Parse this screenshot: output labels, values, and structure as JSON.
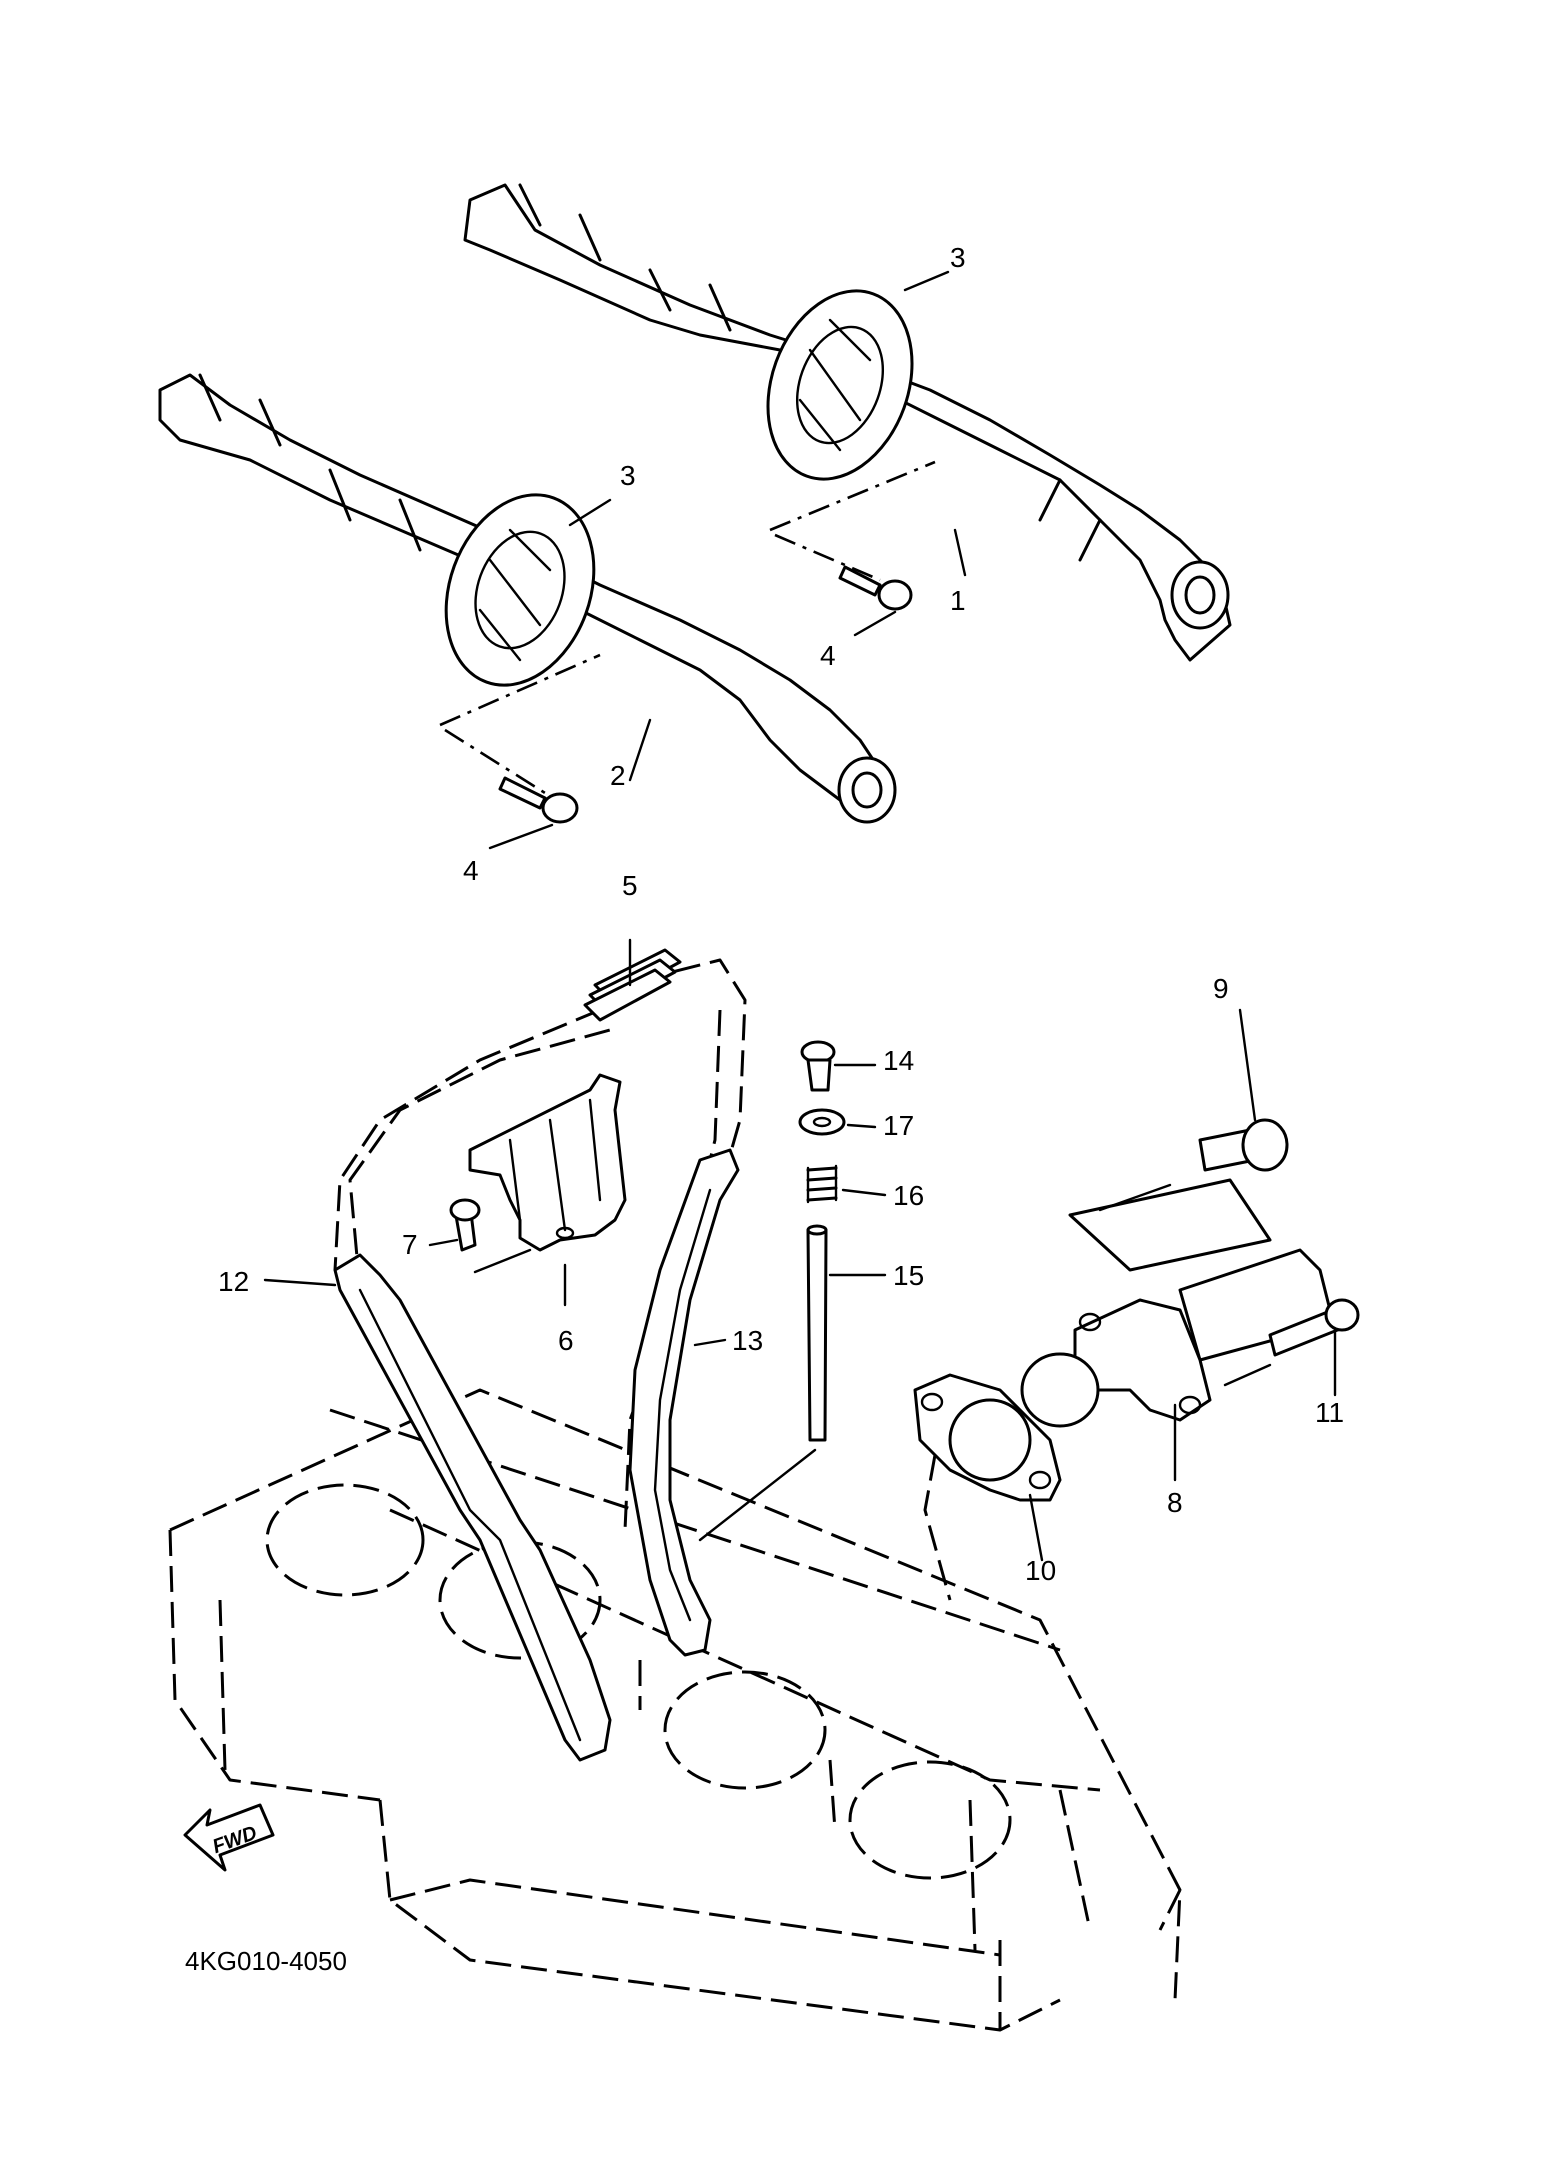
{
  "diagram": {
    "figure_code": "4KG010-4050",
    "direction_arrow": "FWD",
    "callouts": [
      "1",
      "2",
      "3",
      "3",
      "4",
      "4",
      "5",
      "6",
      "7",
      "8",
      "9",
      "10",
      "11",
      "12",
      "13",
      "14",
      "15",
      "16",
      "17"
    ]
  }
}
